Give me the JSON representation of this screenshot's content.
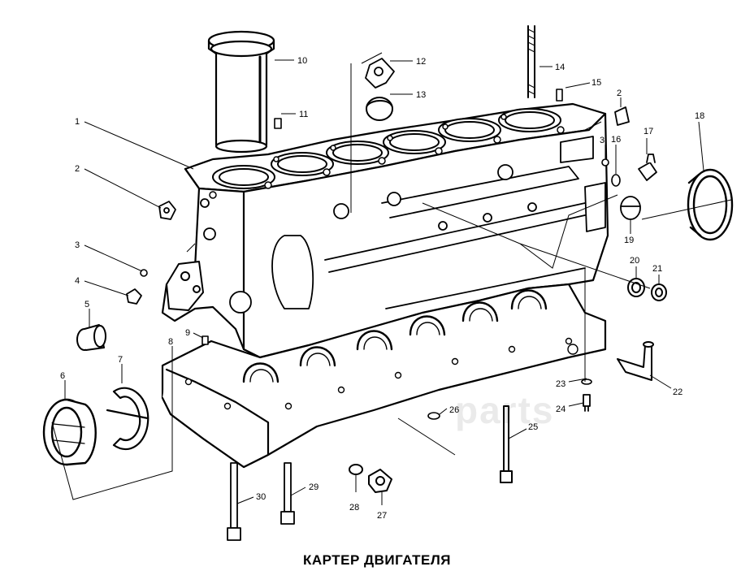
{
  "caption": "КАРТЕР ДВИГАТЕЛЯ",
  "watermark": "parts",
  "callouts": [
    "1",
    "2",
    "2",
    "3",
    "3",
    "4",
    "5",
    "6",
    "7",
    "8",
    "9",
    "10",
    "11",
    "12",
    "13",
    "14",
    "15",
    "16",
    "17",
    "18",
    "19",
    "20",
    "21",
    "22",
    "23",
    "24",
    "25",
    "26",
    "27",
    "28",
    "29",
    "30"
  ]
}
